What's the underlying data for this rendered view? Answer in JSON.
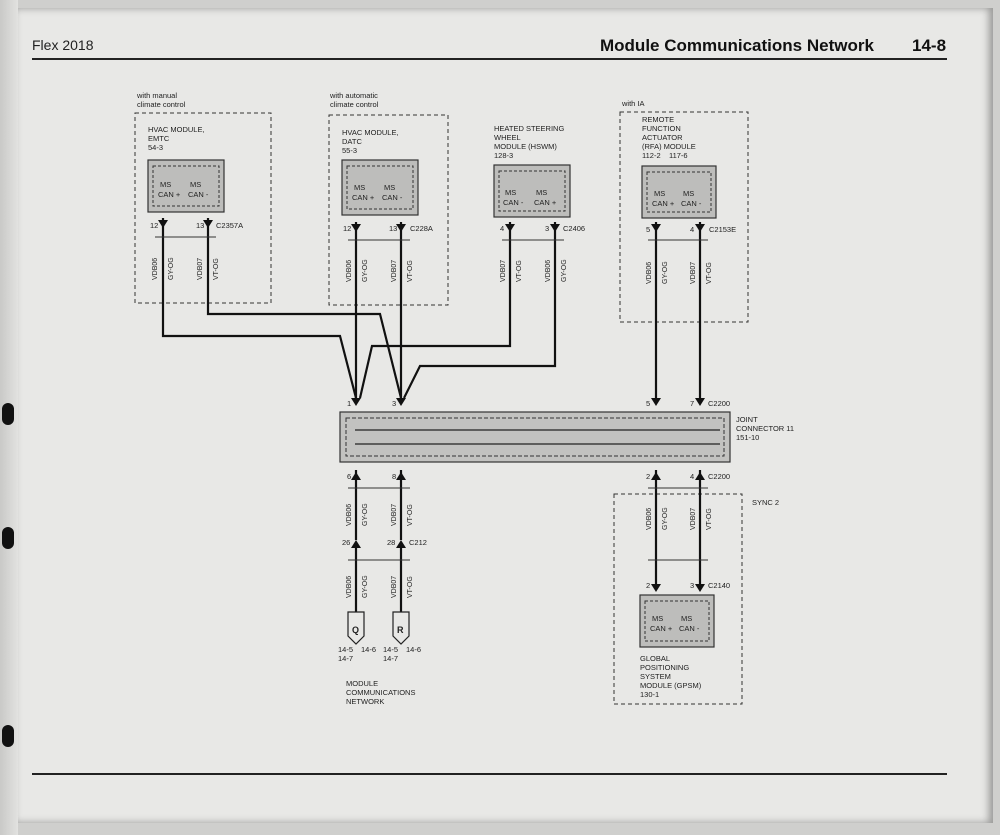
{
  "header": {
    "model": "Flex 2018",
    "section_title": "Module Communications Network",
    "page_number": "14-8"
  },
  "modules": {
    "hvac_emtc": {
      "condition": [
        "with manual",
        "climate control"
      ],
      "name": [
        "HVAC MODULE,",
        "EMTC",
        "54-3"
      ],
      "pins": [
        "MS",
        "CAN +",
        "MS",
        "CAN -"
      ],
      "pin_numbers": [
        "12",
        "13"
      ],
      "connector": "C2357A",
      "wires": [
        "VDB06",
        "GY-OG",
        "VDB07",
        "VT-OG"
      ]
    },
    "hvac_datc": {
      "condition": [
        "with automatic",
        "climate control"
      ],
      "name": [
        "HVAC MODULE,",
        "DATC",
        "55-3"
      ],
      "pins": [
        "MS",
        "CAN +",
        "MS",
        "CAN -"
      ],
      "pin_numbers": [
        "12",
        "13"
      ],
      "connector": "C228A",
      "wires": [
        "VDB06",
        "GY-OG",
        "VDB07",
        "VT-OG"
      ]
    },
    "hswm": {
      "name": [
        "HEATED STEERING",
        "WHEEL",
        "MODULE (HSWM)",
        "128-3"
      ],
      "pins": [
        "MS",
        "CAN -",
        "MS",
        "CAN +"
      ],
      "pin_numbers": [
        "4",
        "3"
      ],
      "connector": "C2406",
      "wires": [
        "VDB07",
        "VT-OG",
        "VDB06",
        "GY-OG"
      ]
    },
    "rfa": {
      "condition": [
        "with IA"
      ],
      "name": [
        "REMOTE",
        "FUNCTION",
        "ACTUATOR",
        "(RFA) MODULE",
        "112-2    117-6"
      ],
      "pins": [
        "MS",
        "CAN +",
        "MS",
        "CAN -"
      ],
      "pin_numbers": [
        "5",
        "4"
      ],
      "connector": "C2153E",
      "wires": [
        "VDB06",
        "GY-OG",
        "VDB07",
        "VT-OG"
      ]
    },
    "gpsm": {
      "condition": [
        "SYNC 2"
      ],
      "name": [
        "GLOBAL",
        "POSITIONING",
        "SYSTEM",
        "MODULE (GPSM)",
        "130-1"
      ],
      "pins": [
        "MS",
        "CAN +",
        "MS",
        "CAN -"
      ],
      "pin_numbers": [
        "2",
        "3"
      ],
      "connector": "C2140",
      "wires": [
        "VDB06",
        "GY-OG",
        "VDB07",
        "VT-OG"
      ]
    }
  },
  "joint_connector": {
    "name": [
      "JOINT",
      "CONNECTOR 11",
      "151-10"
    ],
    "top_pins": [
      "1",
      "3",
      "5",
      "7"
    ],
    "bottom_pins": [
      "6",
      "8",
      "2",
      "4"
    ],
    "connector_top": "C2200",
    "connector_bottom": "C2200"
  },
  "lower_left": {
    "wires_a": [
      "VDB06",
      "GY-OG",
      "VDB07",
      "VT-OG"
    ],
    "pins": [
      "26",
      "28"
    ],
    "connector": "C212",
    "wires_b": [
      "VDB06",
      "GY-OG",
      "VDB07",
      "VT-OG"
    ],
    "refs": [
      "Q",
      "R"
    ],
    "page_refs_q": [
      "14-5",
      "14-6",
      "14-7"
    ],
    "page_refs_r": [
      "14-5",
      "14-6",
      "14-7"
    ],
    "caption": [
      "MODULE",
      "COMMUNICATIONS",
      "NETWORK"
    ]
  },
  "lower_right": {
    "wires": [
      "VDB06",
      "GY-OG",
      "VDB07",
      "VT-OG"
    ]
  }
}
